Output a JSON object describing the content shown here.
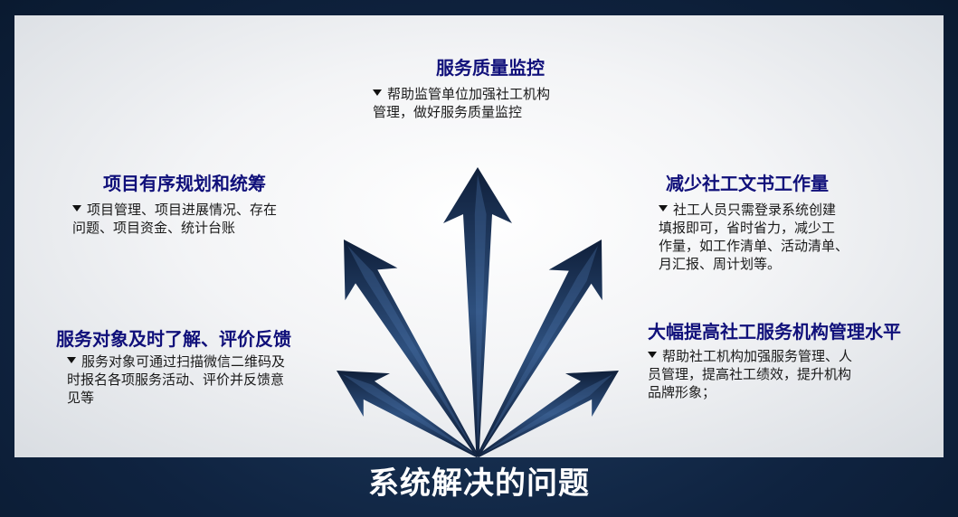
{
  "blocks": [
    {
      "id": "quality",
      "title": "服务质量监控",
      "desc_lines": [
        "帮助监管单位加强社工机构",
        "管理，做好服务质量监控"
      ]
    },
    {
      "id": "plan",
      "title": "项目有序规划和统筹",
      "desc_lines": [
        "项目管理、项目进展情况、存在",
        "问题、项目资金、统计台账"
      ]
    },
    {
      "id": "reduce",
      "title": "减少社工文书工作量",
      "desc_lines": [
        "社工人员只需登录系统创建",
        "填报即可，省时省力，减少工",
        "作量，如工作清单、活动清单、",
        "月汇报、周计划等。"
      ]
    },
    {
      "id": "feedback",
      "title": "服务对象及时了解、评价反馈",
      "desc_lines": [
        "服务对象可通过扫描微信二维码及",
        "时报名各项服务活动、评价并反馈意",
        "见等"
      ]
    },
    {
      "id": "improve",
      "title": "大幅提高社工服务机构管理水平",
      "desc_lines": [
        "帮助社工机构加强服务管理、人",
        "员管理，提高社工绩效，提升机构",
        "品牌形象；"
      ]
    }
  ],
  "footer_title": "系统解决的问题",
  "colors": {
    "title": "#10107a",
    "arrow_dark": "#0f1f3a",
    "arrow_light": "#3a6294"
  }
}
